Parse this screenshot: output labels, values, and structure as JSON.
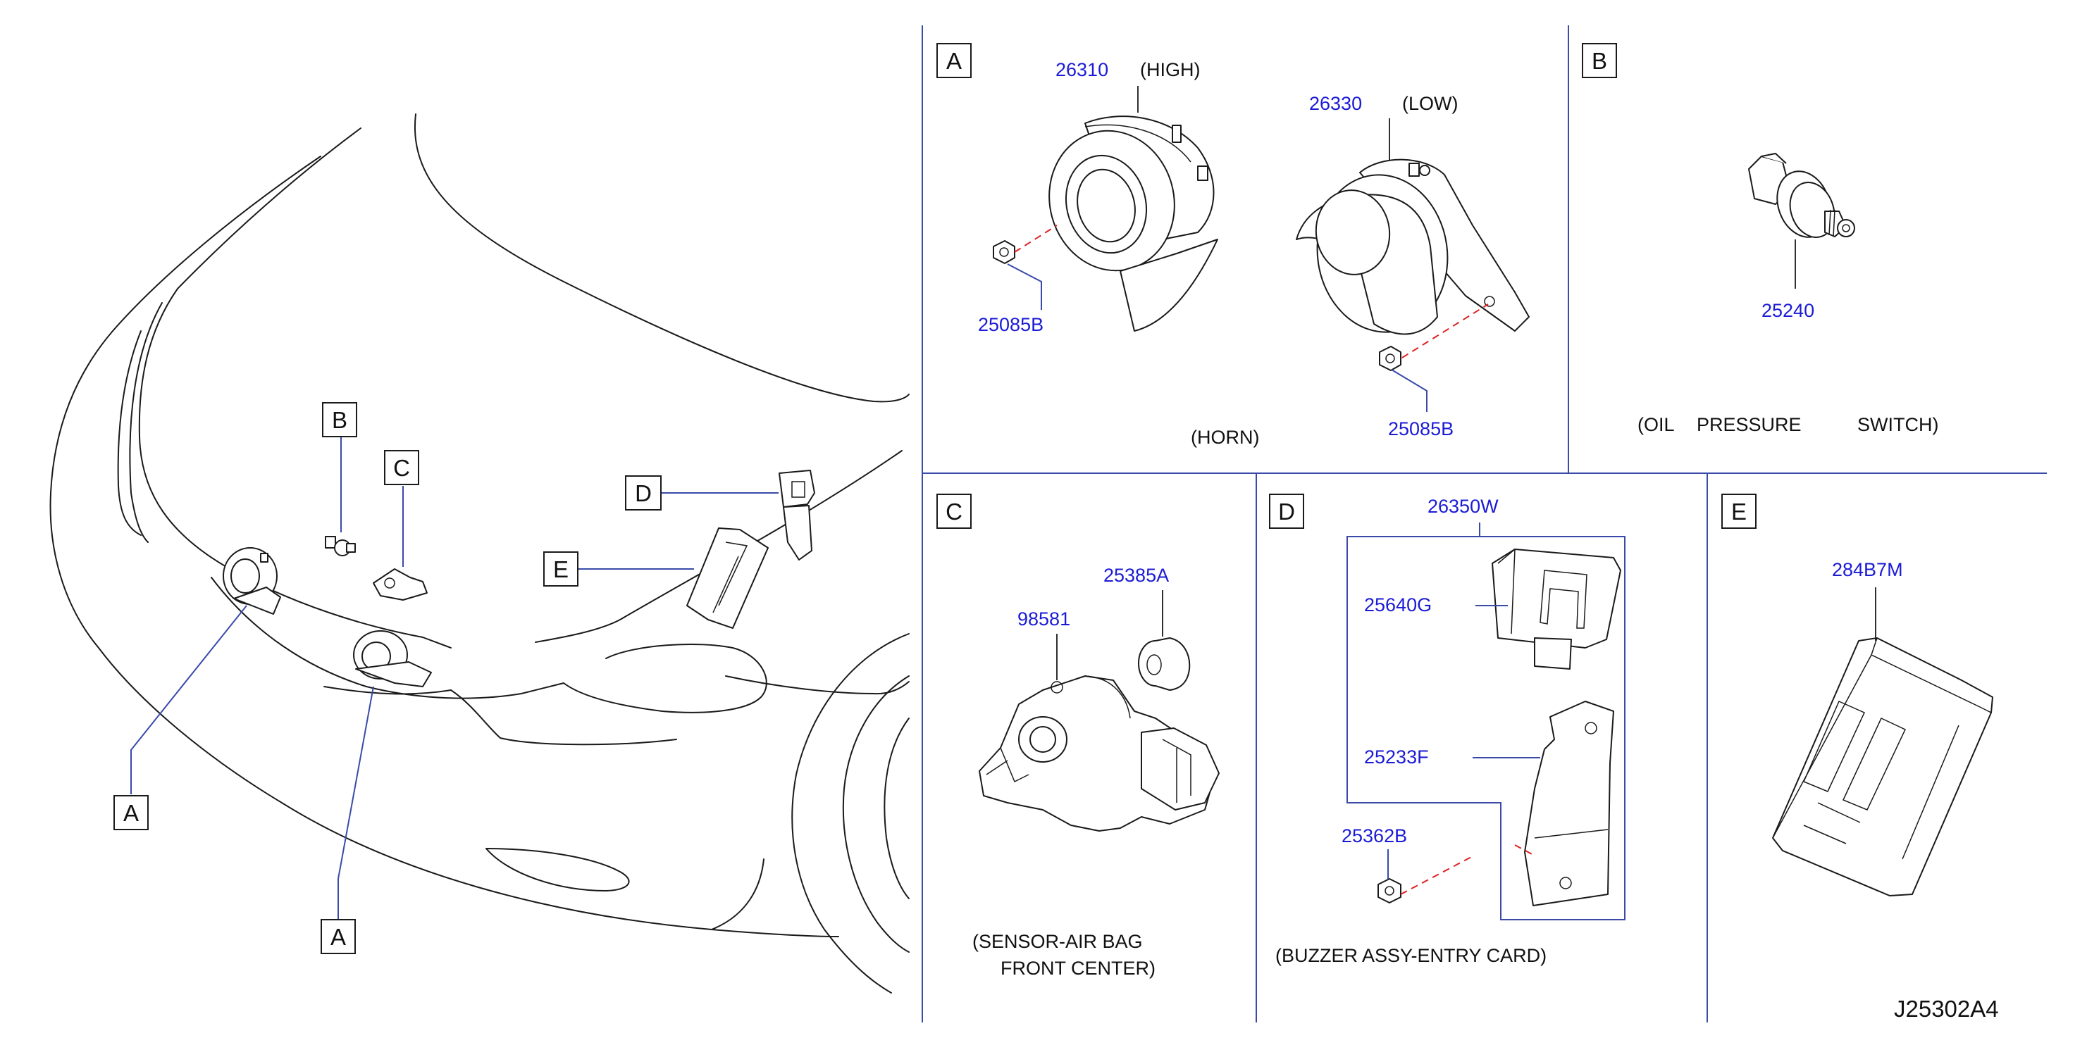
{
  "panels": {
    "A": {
      "letter": "A",
      "high_part": "26310",
      "high_label": "(HIGH)",
      "low_part": "26330",
      "low_label": "(LOW)",
      "bolt_left": "25085B",
      "bolt_right": "25085B",
      "caption": "(HORN)"
    },
    "B": {
      "letter": "B",
      "part": "25240",
      "caption": [
        "(OIL",
        "PRESSURE",
        "SWITCH)"
      ]
    },
    "C": {
      "letter": "C",
      "part_sensor": "98581",
      "part_grommet": "25385A",
      "caption_line1": "(SENSOR-AIR   BAG",
      "caption_line2": "FRONT   CENTER)"
    },
    "D": {
      "letter": "D",
      "part_assy": "26350W",
      "part_buzzer": "25640G",
      "part_bracket": "25233F",
      "part_nut": "25362B",
      "caption": "(BUZZER   ASSY-ENTRY   CARD)"
    },
    "E": {
      "letter": "E",
      "part": "284B7M"
    }
  },
  "overview_labels": {
    "b": "B",
    "c": "C",
    "d": "D",
    "e": "E",
    "a_left": "A",
    "a_bottom": "A"
  },
  "diagram_code": "J25302A4",
  "colors": {
    "part_number": "#1b1bd6",
    "leader_line": "#3a4aa8",
    "dashed_line": "#e02020",
    "ink": "#1a1a1a"
  }
}
